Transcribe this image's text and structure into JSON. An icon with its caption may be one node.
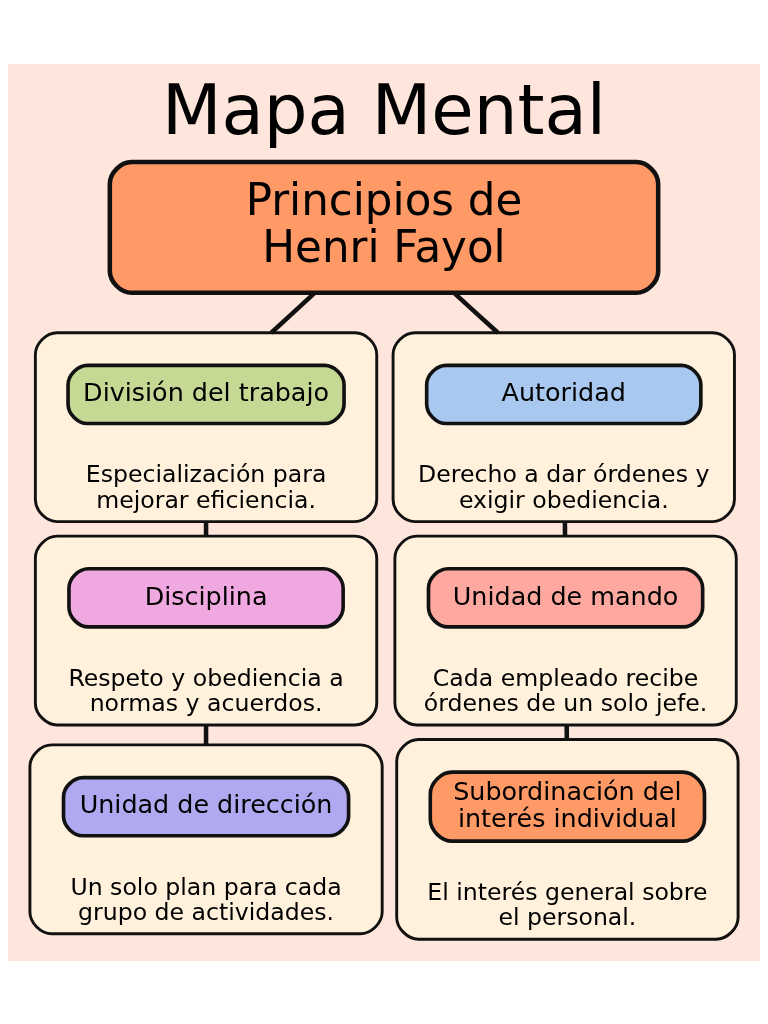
{
  "diagram": {
    "title": "Mapa Mental",
    "nodes": [
      {
        "text": [
          "Principios de Henri Fayol"
        ]
      },
      {
        "text": [
          "Especialización para mejorar eficiencia."
        ]
      },
      {
        "text": [
          "División del trabajo"
        ],
        "in": 1
      },
      {
        "text": [
          "Derecho a dar órdenes y exigir obediencia."
        ]
      },
      {
        "text": [
          "Autoridad"
        ],
        "in": 3
      },
      {
        "text": [
          "Respeto y obediencia a normas y acuerdos."
        ]
      },
      {
        "text": [
          "Disciplina"
        ],
        "in": 5
      },
      {
        "text": [
          "Cada empleado recibe órdenes de un solo jefe."
        ]
      },
      {
        "text": [
          "Unidad de mando"
        ],
        "in": 7
      },
      {
        "text": [
          "Un solo plan para cada grupo de actividades."
        ]
      },
      {
        "text": [
          "Unidad de dirección"
        ],
        "in": 9
      },
      {
        "text": [
          "El interés general sobre el personal."
        ]
      },
      {
        "text": [
          "Subordinación del interés individual"
        ],
        "in": 11
      }
    ],
    "edges": [
      {
        "from": 0,
        "to": 1,
        "arrow": "none"
      },
      {
        "from": 0,
        "to": 3,
        "arrow": "none"
      },
      {
        "from": 1,
        "to": 5,
        "arrow": "none"
      },
      {
        "from": 3,
        "to": 7,
        "arrow": "none"
      },
      {
        "from": 5,
        "to": 9,
        "arrow": "none"
      },
      {
        "from": 7,
        "to": 11,
        "arrow": "none"
      }
    ]
  }
}
